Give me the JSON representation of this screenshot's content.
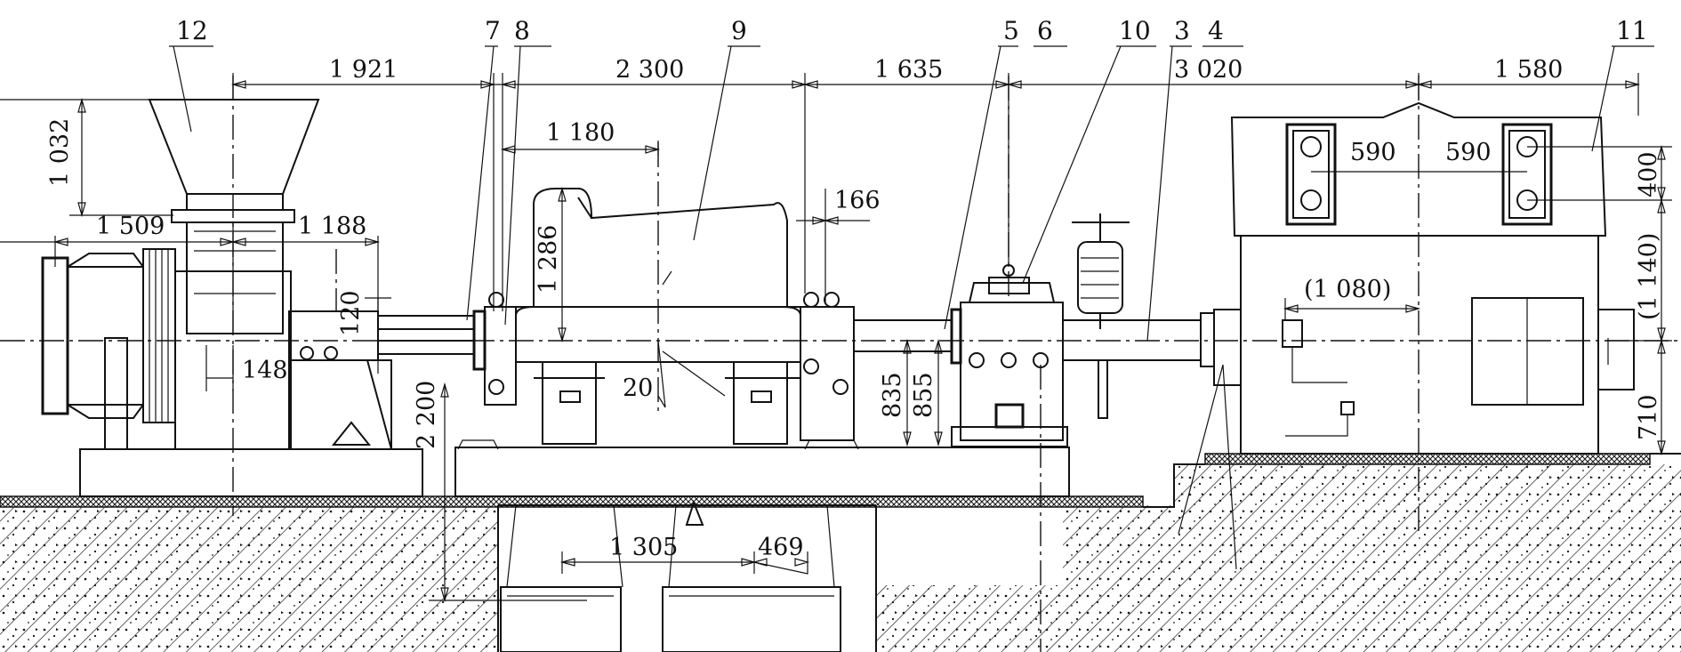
{
  "part_labels": [
    {
      "id": "12",
      "text": "12"
    },
    {
      "id": "7",
      "text": "7"
    },
    {
      "id": "8",
      "text": "8"
    },
    {
      "id": "9",
      "text": "9"
    },
    {
      "id": "5",
      "text": "5"
    },
    {
      "id": "6",
      "text": "6"
    },
    {
      "id": "10",
      "text": "10"
    },
    {
      "id": "3",
      "text": "3"
    },
    {
      "id": "4",
      "text": "4"
    },
    {
      "id": "11",
      "text": "11"
    }
  ],
  "dimensions": {
    "d1921": "1 921",
    "d2300": "2 300",
    "d1635": "1 635",
    "d3020": "3 020",
    "d1580": "1 580",
    "d1032": "1 032",
    "d1509": "1 509",
    "d1188": "1 188",
    "d1180": "1 180",
    "d1286": "1 286",
    "d166": "166",
    "d120": "120",
    "d148": "148",
    "d20": "20",
    "d2200": "2 200",
    "d835": "835",
    "d855": "855",
    "d1305": "1 305",
    "d469": "469",
    "d590a": "590",
    "d590b": "590",
    "d400": "400",
    "d1140": "(1 140)",
    "d1080": "(1 080)",
    "d710": "710"
  }
}
